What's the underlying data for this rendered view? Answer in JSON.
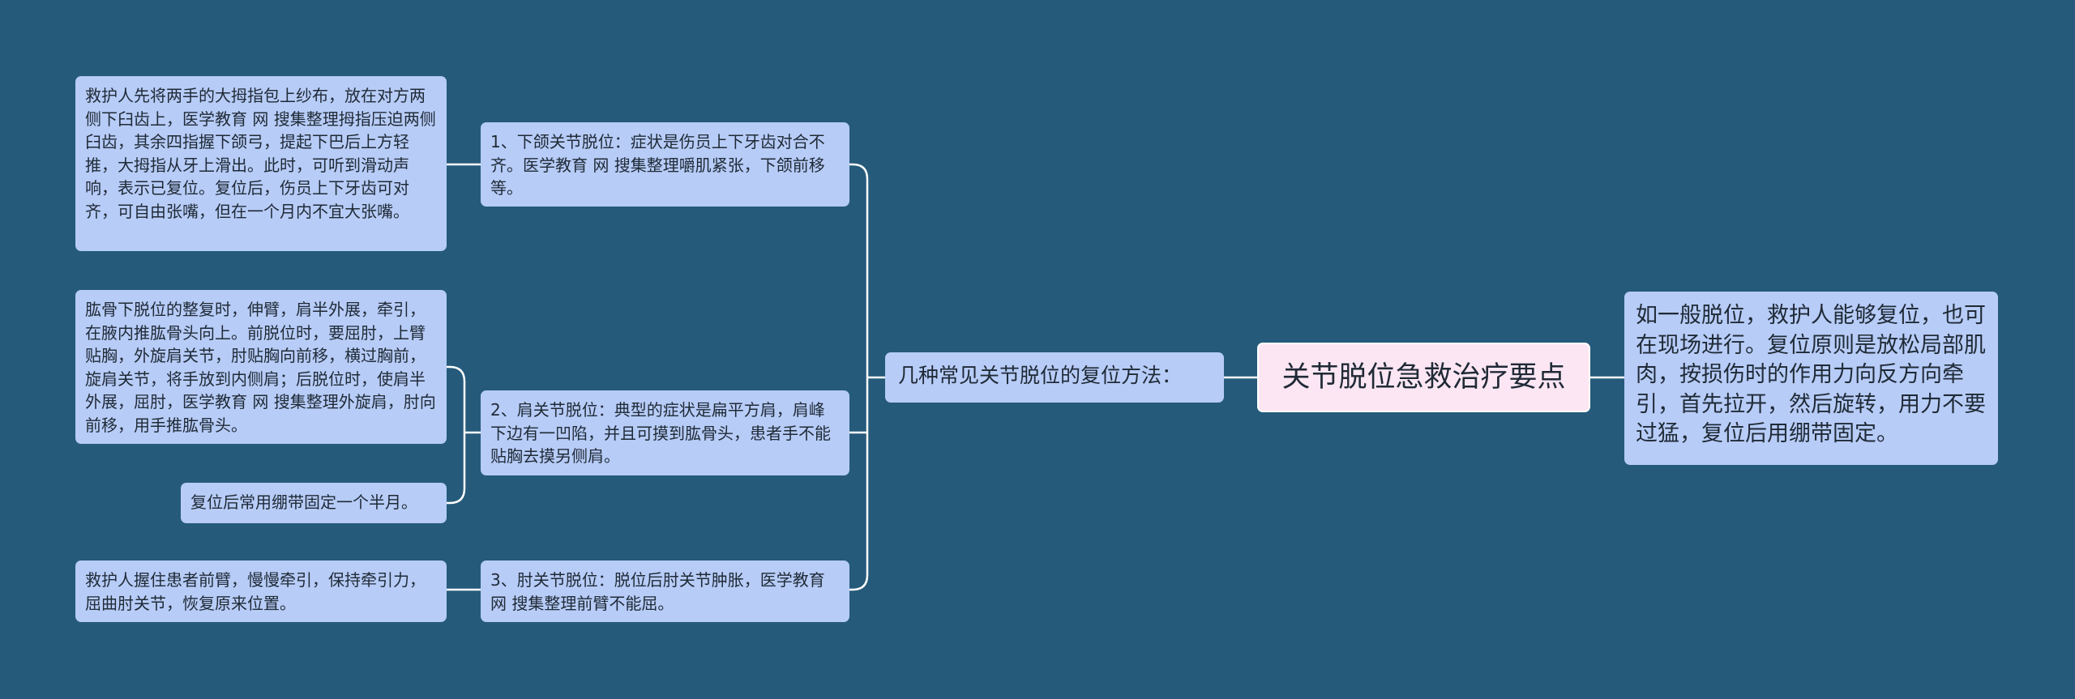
{
  "root": {
    "title": "关节脱位急救治疗要点"
  },
  "summary": {
    "text": "如一般脱位，救护人能够复位，也可在现场进行。复位原则是放松局部肌肉，按损伤时的作用力向反方向牵引，首先拉开，然后旋转，用力不要过猛，复位后用绷带固定。"
  },
  "branch": {
    "label": "几种常见关节脱位的复位方法："
  },
  "jaw": {
    "text": "1、下颌关节脱位：症状是伤员上下牙齿对合不齐。医学教育 网 搜集整理嚼肌紧张，下颌前移等。",
    "detail": "救护人先将两手的大拇指包上纱布，放在对方两侧下臼齿上，医学教育 网 搜集整理拇指压迫两侧臼齿，其余四指握下颌弓，提起下巴后上方轻推，大拇指从牙上滑出。此时，可听到滑动声响，表示已复位。复位后，伤员上下牙齿可对齐，可自由张嘴，但在一个月内不宜大张嘴。"
  },
  "shoulder": {
    "text": "2、肩关节脱位：典型的症状是扁平方肩，肩峰下边有一凹陷，并且可摸到肱骨头，患者手不能贴胸去摸另侧肩。",
    "detail": "肱骨下脱位的整复时，伸臂，肩半外展，牵引，在腋内推肱骨头向上。前脱位时，要屈肘，上臂贴胸，外旋肩关节，肘贴胸向前移，横过胸前，旋肩关节，将手放到内侧肩；后脱位时，使肩半外展，屈肘，医学教育 网 搜集整理外旋肩，肘向前移，用手推肱骨头。",
    "note": "复位后常用绷带固定一个半月。"
  },
  "elbow": {
    "text": "3、肘关节脱位：脱位后肘关节肿胀，医学教育 网 搜集整理前臂不能屈。",
    "detail": "救护人握住患者前臂，慢慢牵引，保持牵引力，屈曲肘关节，恢复原来位置。"
  },
  "colors": {
    "background": "#255a7b",
    "node": "#b7ccf7",
    "root": "#fde6f3",
    "connector": "#ffffff"
  }
}
